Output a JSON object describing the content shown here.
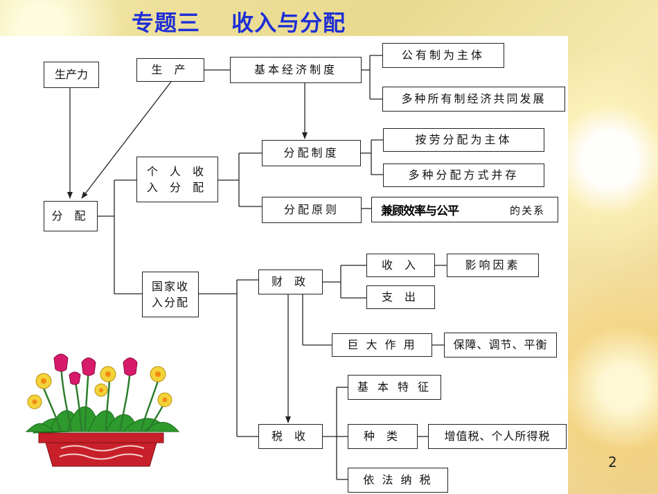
{
  "title": "专题三　 收入与分配",
  "page_number": "2",
  "nodes": {
    "productivity": "生产力",
    "production": "生 产",
    "basic_system": "基本经济制度",
    "public_main": "公有制为主体",
    "multi_ownership": "多种所有制经济共同发展",
    "distribution": "分 配",
    "personal_income": "个 人 收\n入 分 配",
    "dist_system": "分配制度",
    "labor_main": "按劳分配为主体",
    "multi_dist": "多种分配方式并存",
    "dist_principle": "分配原则",
    "relation_suffix": "的关系",
    "efficiency_fairness": "兼顾效率与公平",
    "state_income": "国家收\n入分配",
    "finance": "财 政",
    "revenue": "收 入",
    "factors": "影响因素",
    "expenditure": "支 出",
    "big_role": "巨 大 作 用",
    "guarantee": "保障、调节、平衡",
    "taxation": "税 收",
    "basic_features": "基 本 特 征",
    "tax_types": "种 类",
    "tax_examples": "增值税、个人所得税",
    "lawful_tax": "依 法 纳 税"
  },
  "colors": {
    "title": "#1f2fd6",
    "pot": "#c8202a"
  }
}
